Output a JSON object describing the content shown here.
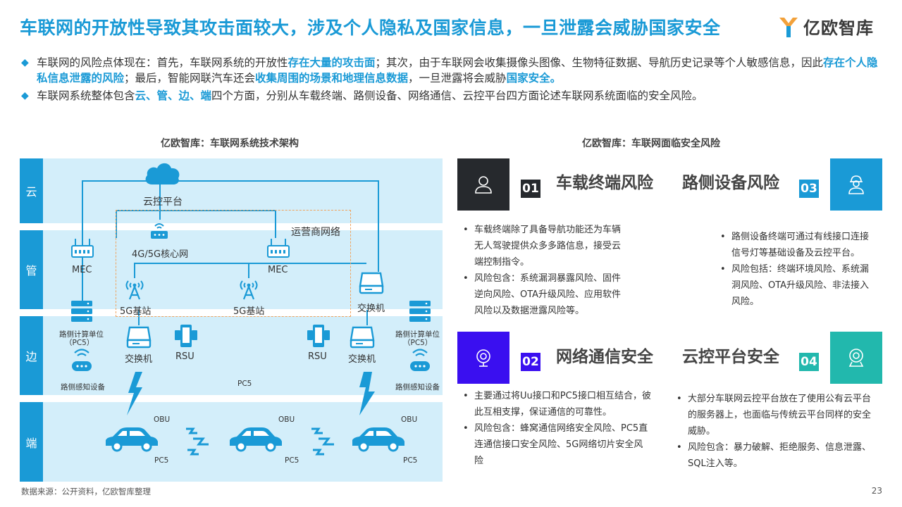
{
  "header": {
    "title": "车联网的开放性导致其攻击面较大，涉及个人隐私及国家信息，一旦泄露会威胁国家安全",
    "logo_text": "亿欧智库"
  },
  "bullets": {
    "b1_p1": "车联网的风险点体现在：首先，车联网系统的开放性",
    "b1_h1": "存在大量的攻击面",
    "b1_p2": "；其次，由于车联网会收集摄像头图像、生物特征数据、导航历史记录等个人敏感信息，因此",
    "b1_h2": "存在个人隐私信息泄露的风险",
    "b1_p3": "；最后，智能网联汽车还会",
    "b1_h3": "收集周围的场景和地理信息数据",
    "b1_p4": "，一旦泄露将会威胁",
    "b1_h4": "国家安全。",
    "b2_p1": "车联网系统整体包含",
    "b2_h1": "云、管、边、端",
    "b2_p2": "四个方面，分别从车载终端、路侧设备、网络通信、云控平台四方面论述车联网系统面临的安全风险。"
  },
  "left": {
    "subtitle": "亿欧智库：车联网系统技术架构",
    "bands": [
      "云",
      "管",
      "边",
      "端"
    ],
    "cloud_platform": "云控平台",
    "operator_network": "运营商网络",
    "core_network": "4G/5G核心网",
    "mec": "MEC",
    "bs_5g": "5G基站",
    "switch": "交换机",
    "rsu": "RSU",
    "roadside_unit": "路侧计算单位",
    "pc5_paren": "（PC5）",
    "roadside_sensor": "路侧感知设备",
    "pc5": "PC5",
    "obu": "OBU"
  },
  "right": {
    "subtitle": "亿欧智库：车联网面临安全风险",
    "risks": [
      {
        "num": "01",
        "title": "车载终端风险",
        "items": [
          "车载终端除了具备导航功能还为车辆无人驾驶提供众多多路信息，接受云端控制指令。",
          "风险包含：系统漏洞暴露风险、固件逆向风险、OTA升级风险、应用软件风险以及数据泄露风险等。"
        ]
      },
      {
        "num": "03",
        "title": "路侧设备风险",
        "items": [
          "路侧设备终端可通过有线接口连接信号灯等基础设备及云控平台。",
          "风险包括：终端环境风险、系统漏洞风险、OTA升级风险、非法接入风险。"
        ]
      },
      {
        "num": "02",
        "title": "网络通信安全",
        "items": [
          "主要通过将Uu接口和PC5接口相互结合，彼此互相支撑，保证通信的可靠性。",
          "风险包含：蜂窝通信网络安全风险、PC5直连通信接口安全风险、5G网络切片安全风险"
        ]
      },
      {
        "num": "04",
        "title": "云控平台安全",
        "items": [
          "大部分车联网云控平台放在了使用公有云平台的服务器上，也面临与传统云平台同样的安全威胁。",
          "风险包含：暴力破解、拒绝服务、信息泄露、SQL注入等。"
        ]
      }
    ],
    "colors": {
      "r01": "#26292d",
      "r02": "#3a0ff0",
      "r03": "#1a9ad6",
      "r04": "#22b8ad"
    }
  },
  "footer": {
    "source": "数据来源：公开资料，亿欧智库整理",
    "page": "23"
  }
}
